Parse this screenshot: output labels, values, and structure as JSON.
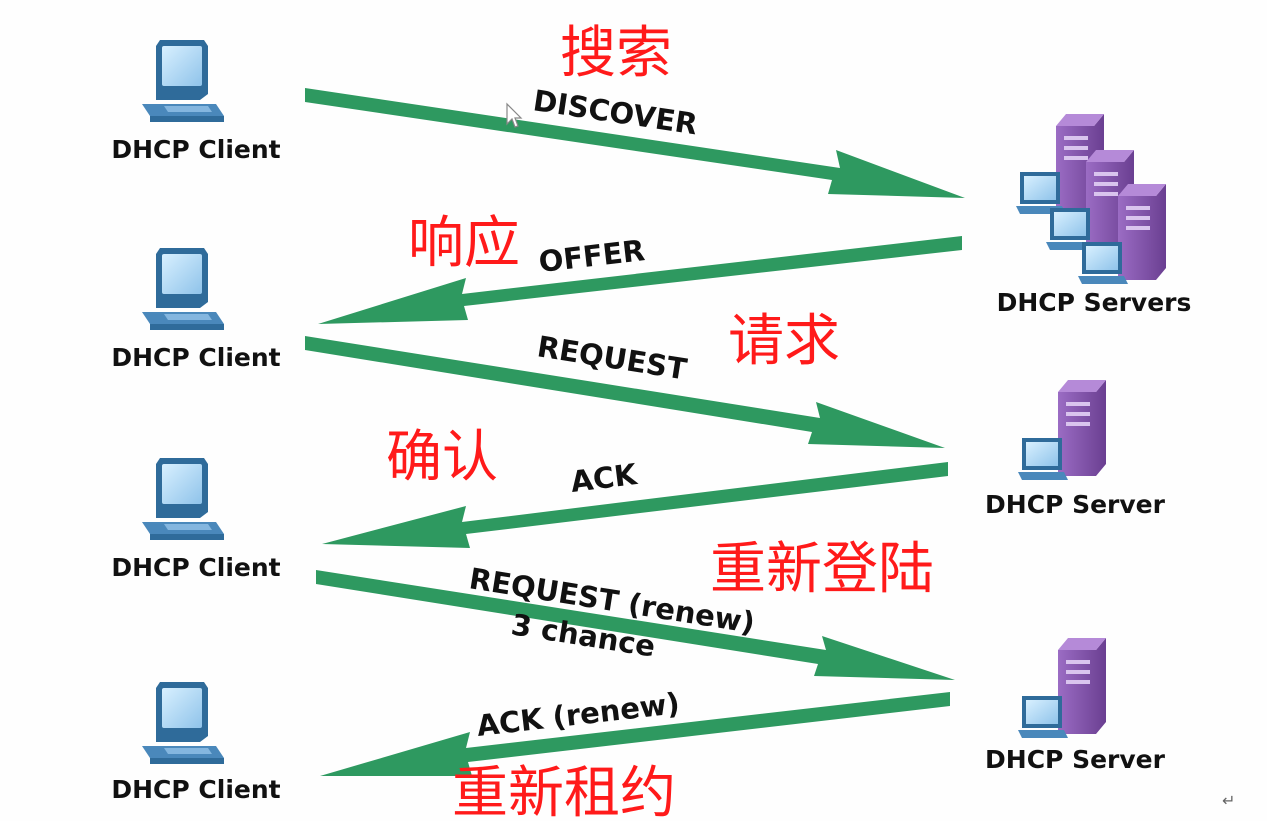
{
  "colors": {
    "arrow": "#2e9960",
    "client_monitor": "#3f7fb3",
    "client_screen": "#bfe3ff",
    "server_body": "#7c4fa3",
    "server_dark": "#5a367c",
    "zh_text": "#ff1a1a",
    "label_text": "#111111"
  },
  "icons": {
    "client": "computer-icon",
    "server": "server-icon",
    "cursor": "mouse-cursor-icon",
    "corner": "return-glyph"
  },
  "clients": [
    {
      "label": "DHCP Client"
    },
    {
      "label": "DHCP Client"
    },
    {
      "label": "DHCP Client"
    },
    {
      "label": "DHCP Client"
    }
  ],
  "servers": [
    {
      "label": "DHCP Servers"
    },
    {
      "label": "DHCP Server"
    },
    {
      "label": "DHCP Server"
    }
  ],
  "messages": [
    {
      "label": "DISCOVER",
      "zh": "搜索"
    },
    {
      "label": "OFFER",
      "zh": "响应"
    },
    {
      "label": "REQUEST",
      "zh": "请求"
    },
    {
      "label": "ACK",
      "zh": "确认"
    },
    {
      "label": "REQUEST (renew)",
      "label2": "3 chance",
      "zh": "重新登陆"
    },
    {
      "label": "ACK (renew)",
      "zh": "重新租约"
    }
  ],
  "corner_mark": "↵"
}
